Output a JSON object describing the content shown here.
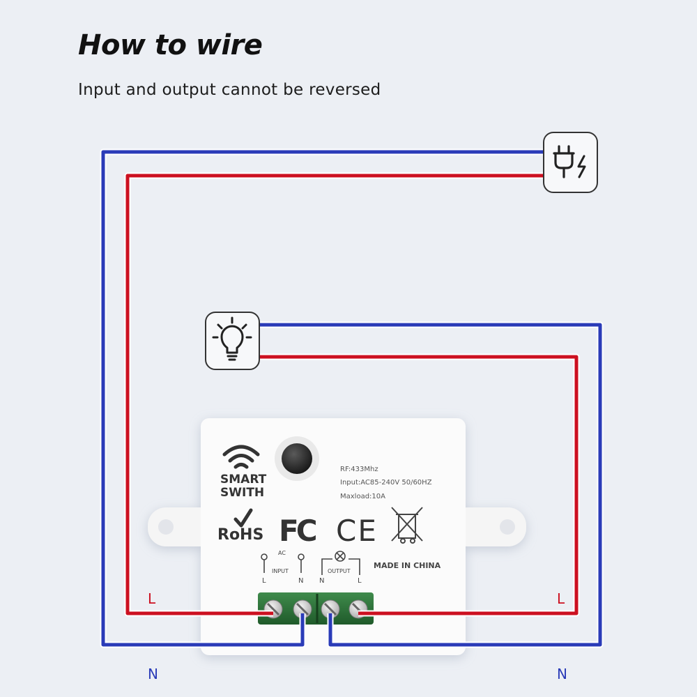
{
  "header": {
    "title": "How to wire",
    "subtitle": "Input and output cannot be reversed"
  },
  "wire_labels": {
    "left_live": "L",
    "right_live": "L",
    "left_neutral": "N",
    "right_neutral": "N"
  },
  "device": {
    "brand_line1": "SMART",
    "brand_line2": "SWITH",
    "rf": "RF:433Mhz",
    "input_spec": "Input:AC85-240V 50/60HZ",
    "maxload": "Maxload:10A",
    "rohs": "RoHS",
    "fcc": "FC",
    "ce": "CE",
    "made_in": "MADE IN CHINA",
    "ac": "AC",
    "input_label": "INPUT",
    "output_label": "OUTPUT",
    "term_l1": "L",
    "term_n1": "N",
    "term_n2": "N",
    "term_l2": "L"
  },
  "colors": {
    "live_wire": "#cc1020",
    "neutral_wire": "#2a3bb8",
    "background": "#eceff4"
  },
  "icons": [
    "power-plug-icon",
    "light-bulb-icon",
    "wifi-icon",
    "weee-bin-icon"
  ]
}
